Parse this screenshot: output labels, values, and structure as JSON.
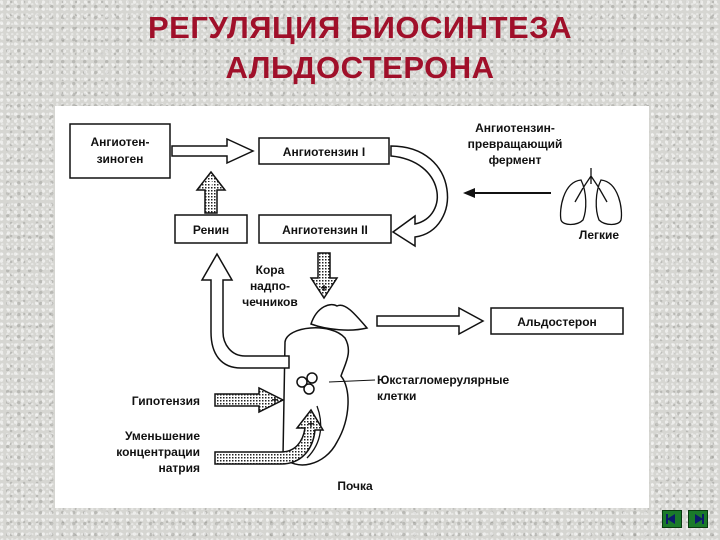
{
  "title": {
    "line1": "РЕГУЛЯЦИЯ БИОСИНТЕЗА",
    "line2": "АЛЬДОСТЕРОНА"
  },
  "diagram": {
    "angiotensinogen": [
      "Ангиотен-",
      "зиноген"
    ],
    "angiotensin1": "Ангиотензин I",
    "angiotensin2": "Ангиотензин II",
    "renin": "Ренин",
    "ace": [
      "Ангиотензин-",
      "превращающий",
      "фермент"
    ],
    "lungs": "Легкие",
    "adrenal_cortex": [
      "Кора",
      "надпо-",
      "чечников"
    ],
    "aldosterone": "Альдостерон",
    "juxtaglomerular": [
      "Юкстагломерулярные",
      "клетки"
    ],
    "hypotension": "Гипотензия",
    "sodium": [
      "Уменьшение",
      "концентрации",
      "натрия"
    ],
    "kidney": "Почка",
    "plus": "+"
  },
  "nav": {
    "prev_icon": "prev-arrow-icon",
    "next_icon": "next-arrow-icon"
  },
  "colors": {
    "title": "#a0102a",
    "nav": "#1a7a2a"
  }
}
